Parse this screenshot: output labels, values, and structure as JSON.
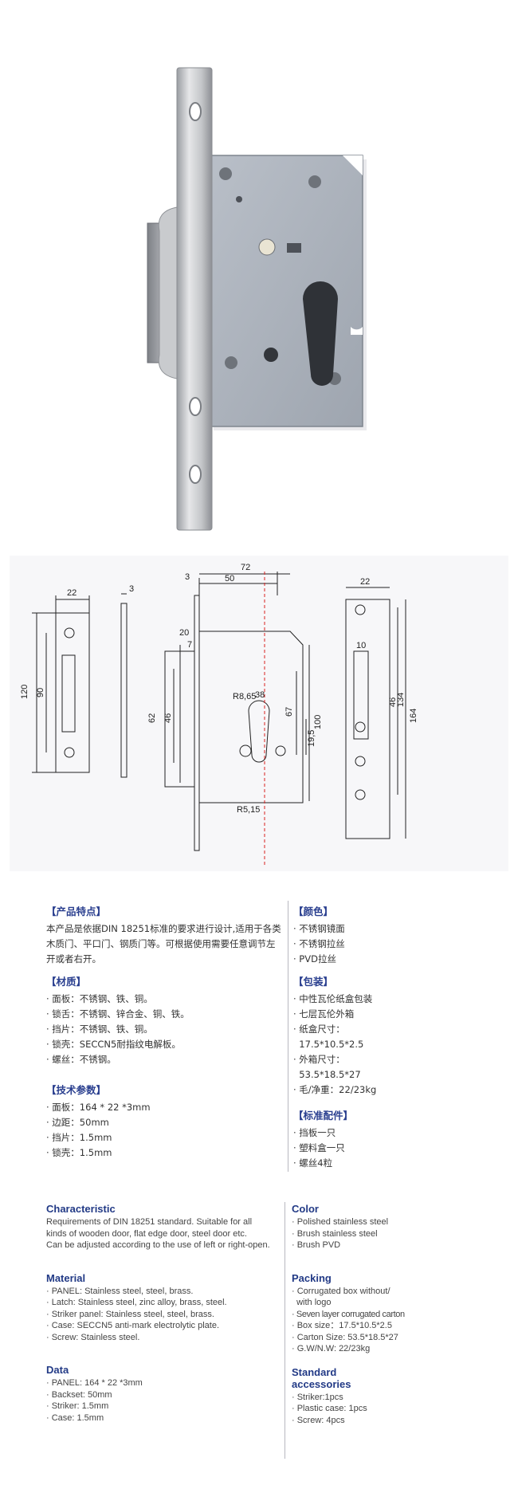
{
  "drawing": {
    "dims": [
      "22",
      "120",
      "90",
      "3",
      "72",
      "50",
      "3",
      "20",
      "7",
      "62",
      "46",
      "R8,65",
      "38",
      "67",
      "100",
      "19,5",
      "R5,15",
      "22",
      "10",
      "46",
      "134",
      "164"
    ]
  },
  "cn": {
    "features": {
      "title": "【产品特点】",
      "body": "本产品是依据DIN 18251标准的要求进行设计,适用于各类木质门、平口门、钢质门等。可根据使用需要任意调节左开或者右开。"
    },
    "material": {
      "title": "【材质】",
      "items": [
        "· 面板：不锈钢、铁、铜。",
        "· 锁舌：不锈钢、锌合金、铜、铁。",
        "· 挡片：不锈钢、铁、铜。",
        "· 锁壳：SECCN5耐指纹电解板。",
        "· 螺丝：不锈钢。"
      ]
    },
    "params": {
      "title": "【技术参数】",
      "items": [
        "· 面板：164 * 22 *3mm",
        "· 边距：50mm",
        "· 挡片：1.5mm",
        "· 锁壳：1.5mm"
      ]
    },
    "color": {
      "title": "【颜色】",
      "items": [
        "· 不锈钢镜面",
        "· 不锈钢拉丝",
        "· PVD拉丝"
      ]
    },
    "packing": {
      "title": "【包装】",
      "items": [
        "· 中性瓦伦纸盒包装",
        "· 七层瓦伦外箱",
        "· 纸盒尺寸：",
        "  17.5*10.5*2.5",
        "· 外箱尺寸：",
        "  53.5*18.5*27",
        "· 毛/净重：22/23kg"
      ]
    },
    "accessories": {
      "title": "【标准配件】",
      "items": [
        "· 挡板一只",
        "· 塑料盒一只",
        "· 螺丝4粒"
      ]
    }
  },
  "en": {
    "characteristic": {
      "title": "Characteristic",
      "lines": [
        "Requirements of DIN 18251 standard. Suitable for all",
        "kinds of wooden door, flat edge door, steel door etc.",
        "Can be adjusted according to the use of left or right-open."
      ]
    },
    "material": {
      "title": "Material",
      "items": [
        "· PANEL: Stainless steel, steel, brass.",
        "· Latch: Stainless steel, zinc alloy, brass, steel.",
        "· Striker panel: Stainless steel, steel, brass.",
        "· Case: SECCN5 anti-mark electrolytic plate.",
        "· Screw: Stainless steel."
      ]
    },
    "data": {
      "title": "Data",
      "items": [
        "· PANEL: 164 * 22 *3mm",
        "· Backset: 50mm",
        "· Striker: 1.5mm",
        "· Case: 1.5mm"
      ]
    },
    "color": {
      "title": "Color",
      "items": [
        "· Polished stainless steel",
        "· Brush stainless steel",
        "· Brush PVD"
      ]
    },
    "packing": {
      "title": "Packing",
      "items": [
        "· Corrugated box without/",
        "  with logo",
        "· Seven layer corrugated carton",
        "· Box size：17.5*10.5*2.5",
        "· Carton Size: 53.5*18.5*27",
        "· G.W/N.W: 22/23kg"
      ]
    },
    "accessories": {
      "title_line1": "Standard",
      "title_line2": "accessories",
      "items": [
        "· Striker:1pcs",
        "· Plastic case: 1pcs",
        "· Screw: 4pcs"
      ]
    }
  }
}
